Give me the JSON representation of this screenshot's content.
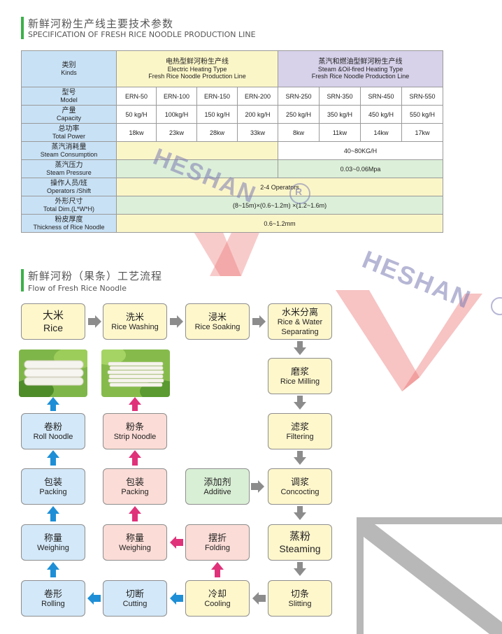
{
  "section1": {
    "title_cn": "新鲜河粉生产线主要技术参数",
    "title_en": "SPECIFICATION OF FRESH RICE NOODLE PRODUCTION LINE"
  },
  "table": {
    "kinds": {
      "cn": "类别",
      "en": "Kinds"
    },
    "electric": {
      "cn": "电热型鲜河粉生产线",
      "en1": "Electric Heating Type",
      "en2": "Fresh Rice Noodle Production Line"
    },
    "steam": {
      "cn": "蒸汽和燃油型鲜河粉生产线",
      "en1": "Steam &Oil-fired Heating Type",
      "en2": "Fresh Rice Noodle Production Line"
    },
    "rows": {
      "model": {
        "cn": "型号",
        "en": "Model",
        "values": [
          "ERN-50",
          "ERN-100",
          "ERN-150",
          "ERN-200",
          "SRN-250",
          "SRN-350",
          "SRN-450",
          "SRN-550"
        ]
      },
      "capacity": {
        "cn": "产量",
        "en": "Capacity",
        "values": [
          "50 kg/H",
          "100kg/H",
          "150 kg/H",
          "200 kg/H",
          "250 kg/H",
          "350 kg/H",
          "450 kg/H",
          "550 kg/H"
        ]
      },
      "power": {
        "cn": "总功率",
        "en": "Total Power",
        "values": [
          "18kw",
          "23kw",
          "28kw",
          "33kw",
          "8kw",
          "11kw",
          "14kw",
          "17kw"
        ]
      },
      "steam_consumption": {
        "cn": "蒸汽消耗量",
        "en": "Steam Consumption",
        "value": "40~80KG/H"
      },
      "steam_pressure": {
        "cn": "蒸汽压力",
        "en": "Steam Pressure",
        "value": "0.03~0.06Mpa"
      },
      "operators": {
        "cn": "操作人员/班",
        "en": "Operators /Shift",
        "value": "2-4 Operators"
      },
      "dimension": {
        "cn": "外形尺寸",
        "en": "Total Dim.(L*W*H)",
        "value": "(8~15m)×(0.6~1.2m) ×(1.2~1.6m)"
      },
      "thickness": {
        "cn": "粉皮厚度",
        "en": "Thickness of Rice Noodle",
        "value": "0.6~1.2mm"
      }
    }
  },
  "section2": {
    "title_cn": "新鲜河粉（果条）工艺流程",
    "title_en": "Flow of Fresh Rice Noodle"
  },
  "flow": {
    "rice": {
      "cn": "大米",
      "en": "Rice"
    },
    "washing": {
      "cn": "洗米",
      "en": "Rice Washing"
    },
    "soaking": {
      "cn": "浸米",
      "en": "Rice Soaking"
    },
    "separating": {
      "cn": "水米分离",
      "en1": "Rice & Water",
      "en2": "Separating"
    },
    "milling": {
      "cn": "磨浆",
      "en": "Rice Milling"
    },
    "filtering": {
      "cn": "滤浆",
      "en": "Filtering"
    },
    "concocting": {
      "cn": "调浆",
      "en": "Concocting"
    },
    "additive": {
      "cn": "添加剂",
      "en": "Additive"
    },
    "steaming": {
      "cn": "蒸粉",
      "en": "Steaming"
    },
    "slitting": {
      "cn": "切条",
      "en": "Slitting"
    },
    "cooling": {
      "cn": "冷却",
      "en": "Cooling"
    },
    "folding": {
      "cn": "摆折",
      "en": "Folding"
    },
    "weighing_pink": {
      "cn": "称量",
      "en": "Weighing"
    },
    "packing_pink": {
      "cn": "包装",
      "en": "Packing"
    },
    "strip_noodle": {
      "cn": "粉条",
      "en": "Strip Noodle"
    },
    "cutting": {
      "cn": "切断",
      "en": "Cutting"
    },
    "rolling": {
      "cn": "卷形",
      "en": "Rolling"
    },
    "weighing_blue": {
      "cn": "称量",
      "en": "Weighing"
    },
    "packing_blue": {
      "cn": "包装",
      "en": "Packing"
    },
    "roll_noodle": {
      "cn": "卷粉",
      "en": "Roll Noodle"
    }
  },
  "watermark": {
    "text": "HESHAN",
    "mark": "R"
  },
  "colors": {
    "accent_green": "#3bb04a",
    "arrow_gray": "#8c8c8c",
    "arrow_pink": "#e0327a",
    "arrow_blue": "#1e8fd6",
    "watermark_red": "#e35757"
  }
}
